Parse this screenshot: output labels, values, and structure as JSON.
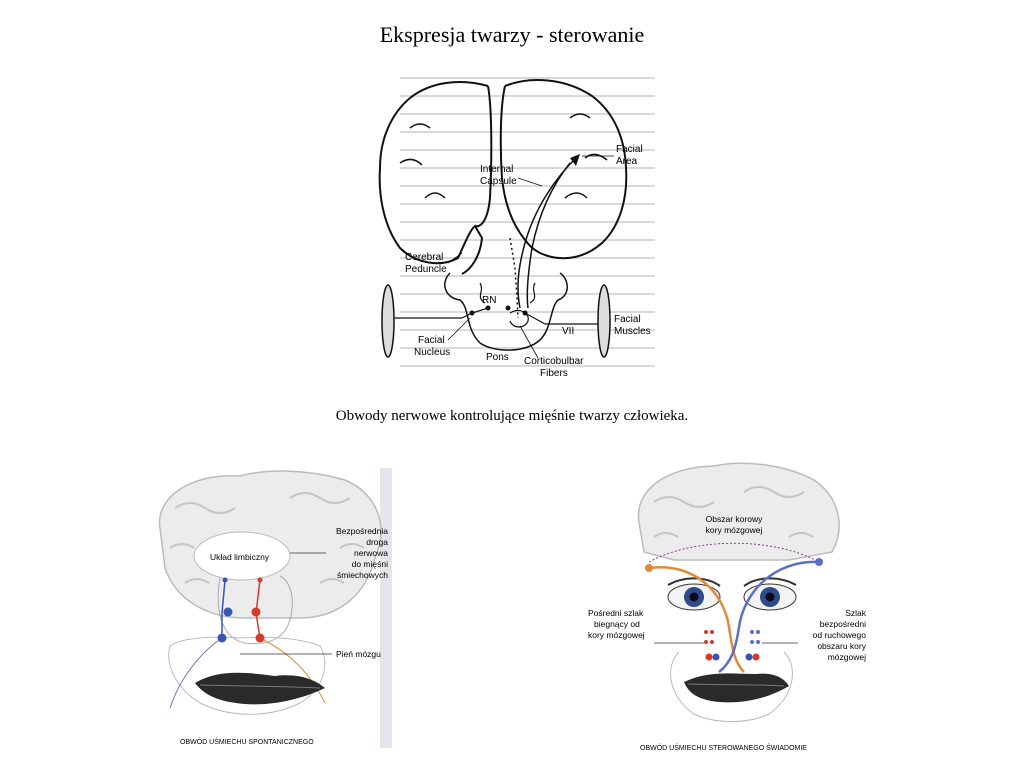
{
  "slide": {
    "title": "Ekspresja twarzy - sterowanie",
    "caption": "Obwody nerwowe kontrolujące mięśnie twarzy człowieka."
  },
  "figure_top": {
    "labels": {
      "facial_area": [
        "Facial",
        "Area"
      ],
      "internal_capsule": [
        "Internal",
        "Capsule"
      ],
      "cerebral_peduncle": [
        "Cerebral",
        "Peduncle"
      ],
      "rn": "RN",
      "facial_muscles": [
        "Facial",
        "Muscles"
      ],
      "vii": "VII",
      "facial_nucleus": [
        "Facial",
        "Nucleus"
      ],
      "pons": "Pons",
      "corticobulbar_fibers": [
        "Corticobulbar",
        "Fibers"
      ]
    }
  },
  "figure_left": {
    "label_limbic": "Układ limbiczny",
    "label_direct": [
      "Bezpośrednia",
      "droga",
      "nerwowa",
      "do mięśni",
      "śmiechowych"
    ],
    "label_brainstem": "Pień mózgu",
    "caption": "OBWÓD UŚMIECHU SPONTANICZNEGO"
  },
  "figure_right": {
    "label_cortex": [
      "Obszar korowy",
      "kory mózgowej"
    ],
    "label_indirect": [
      "Pośredni szlak",
      "biegnący od",
      "kory mózgowej"
    ],
    "label_direct": [
      "Szlak",
      "bezpośredni",
      "od ruchowego",
      "obszaru kory",
      "mózgowej"
    ],
    "caption": "OBWÓD UŚMIECHU STEROWANEGO ŚWIADOMIE"
  },
  "colors": {
    "red": "#d63a2a",
    "blue": "#3a55b8",
    "orange": "#e08a3a",
    "purple": "#7a6bc0"
  }
}
